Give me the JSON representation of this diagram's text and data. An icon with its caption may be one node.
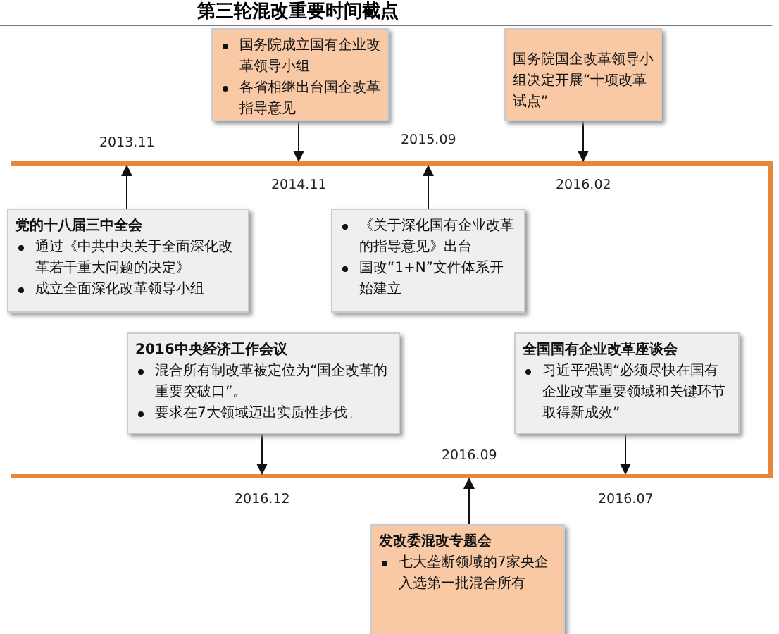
{
  "diagram": {
    "title": "第三轮混改重要时间截点",
    "nodes": [
      {
        "text": [
          "国务院成立国有企业改革领导小组",
          "各省相继出台国企改革指导意见"
        ]
      },
      {
        "text": [
          "国务院国企改革领导小组决定开展“十项改革试点”"
        ]
      },
      {
        "text": [
          "党的十八届三中全会",
          "通过《中共中央关于全面深化改革若干重大问题的决定》",
          "成立全面深化改革领导小组"
        ]
      },
      {
        "text": [
          "《关于深化国有企业改革的指导意见》出台",
          "国改“1+N”文件体系开始建立"
        ]
      },
      {
        "text": [
          "2016中央经济工作会议",
          "混合所有制改革被定位为“国企改革的重要突破口”。",
          "要求在7大领域迈出实质性步伐。"
        ]
      },
      {
        "text": [
          "全国国有企业改革座谈会",
          "习近平强调“必须尽快在国有企业改革重要领域和关键环节取得新成效”"
        ]
      },
      {
        "text": [
          "发改委混改专题会",
          "七大垄断领域的7家央企入选第一批混合所有"
        ]
      },
      {
        "text": [
          "2013.11"
        ]
      },
      {
        "text": [
          "2015.09"
        ]
      },
      {
        "text": [
          "2014.11"
        ]
      },
      {
        "text": [
          "2016.02"
        ]
      },
      {
        "text": [
          "2016.09"
        ]
      },
      {
        "text": [
          "2016.12"
        ]
      },
      {
        "text": [
          "2016.07"
        ]
      }
    ],
    "edges": [
      {
        "from": 0,
        "to": 9,
        "arrow": "to"
      },
      {
        "from": 1,
        "to": 10,
        "arrow": "to"
      },
      {
        "from": 2,
        "to": 7,
        "arrow": "to"
      },
      {
        "from": 3,
        "to": 8,
        "arrow": "to"
      },
      {
        "from": 4,
        "to": 12,
        "arrow": "to"
      },
      {
        "from": 5,
        "to": 13,
        "arrow": "to"
      },
      {
        "from": 6,
        "to": 11,
        "arrow": "to"
      }
    ]
  }
}
